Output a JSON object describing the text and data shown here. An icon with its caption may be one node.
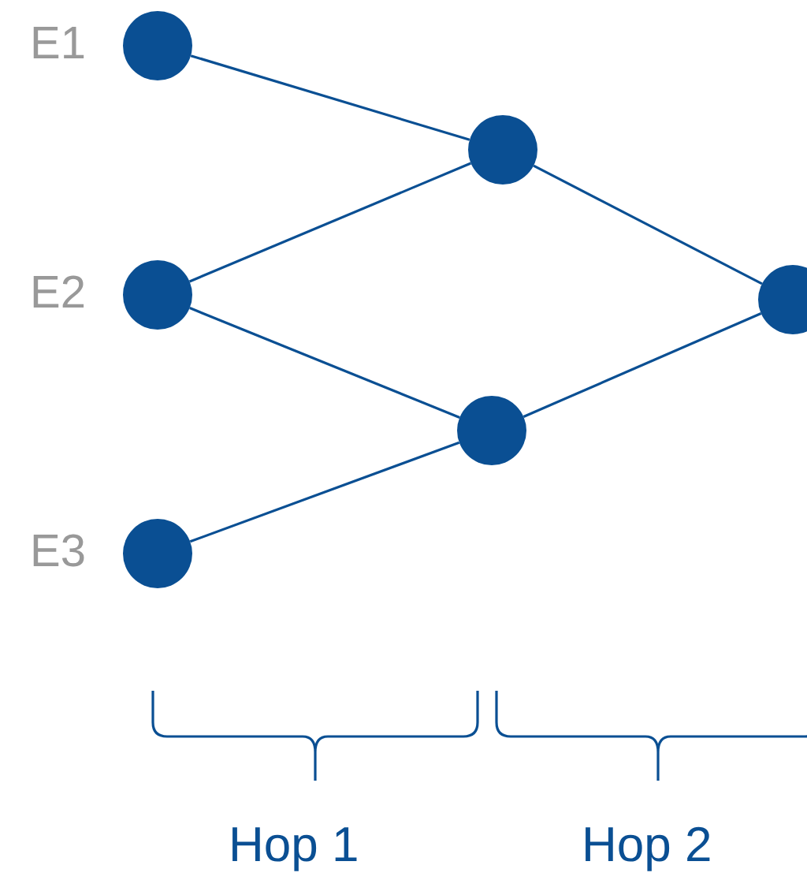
{
  "diagram": {
    "nodes": [
      {
        "text": [],
        "shape": "circle",
        "beside": [
          "E1"
        ]
      },
      {
        "text": [],
        "shape": "circle"
      },
      {
        "text": [],
        "shape": "circle",
        "beside": [
          "E2"
        ]
      },
      {
        "text": [],
        "shape": "circle"
      },
      {
        "text": [],
        "shape": "circle"
      },
      {
        "text": [],
        "shape": "circle",
        "beside": [
          "E3"
        ]
      }
    ],
    "edges": [
      {
        "from": 0,
        "to": 1,
        "arrow": "none"
      },
      {
        "from": 2,
        "to": 1,
        "arrow": "none"
      },
      {
        "from": 2,
        "to": 4,
        "arrow": "none"
      },
      {
        "from": 5,
        "to": 4,
        "arrow": "none"
      },
      {
        "from": 1,
        "to": 3,
        "arrow": "none"
      },
      {
        "from": 4,
        "to": 3,
        "arrow": "none"
      }
    ],
    "labels": [
      "Hop 1",
      "Hop 2"
    ]
  }
}
